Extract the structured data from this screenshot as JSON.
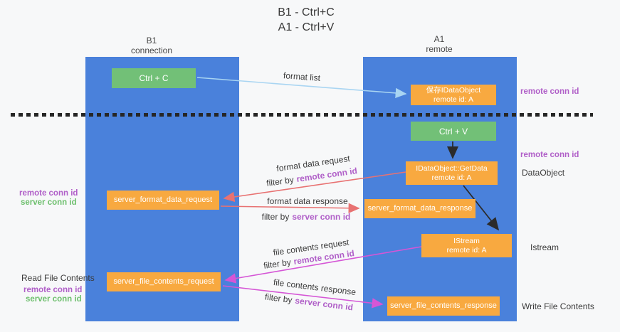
{
  "title": {
    "line1": "B1 - Ctrl+C",
    "line2": "A1 - Ctrl+V"
  },
  "columns": {
    "left": {
      "name": "B1",
      "role": "connection"
    },
    "right": {
      "name": "A1",
      "role": "remote"
    }
  },
  "nodes": {
    "ctrl_c": {
      "label": "Ctrl + C"
    },
    "ctrl_v": {
      "label": "Ctrl + V"
    },
    "save_idataobject": {
      "line1": "保存IDataObject",
      "line2": "remote id: A"
    },
    "getdata": {
      "line1": "IDataObject::GetData",
      "line2": "remote id: A"
    },
    "istream": {
      "line1": "IStream",
      "line2": "remote id: A"
    },
    "server_format_data_request": {
      "label": "server_format_data_request"
    },
    "server_format_data_response": {
      "label": "server_format_data_response"
    },
    "server_file_contents_request": {
      "label": "server_file_contents_request"
    },
    "server_file_contents_response": {
      "label": "server_file_contents_response"
    }
  },
  "arrow_labels": {
    "format_list": "format list",
    "format_data_request": "format data request",
    "format_data_response": "format data response",
    "file_contents_request": "file contents request",
    "file_contents_response": "file contents response",
    "filter_by": "filter by"
  },
  "terms": {
    "remote_conn_id": "remote conn id",
    "server_conn_id": "server conn id"
  },
  "side_labels": {
    "dataobject": "DataObject",
    "istream": "Istream",
    "read_file_contents": "Read File Contents",
    "write_file_contents": "Write File Contents"
  },
  "colors": {
    "lifeline_blue": "#4a81db",
    "node_orange": "#f8a940",
    "node_green": "#72c077",
    "remote_conn_purple": "#b05fc8",
    "server_conn_green": "#6dbf6d",
    "format_arrow_red": "#e87272",
    "file_arrow_magenta": "#d556d6",
    "format_list_arrow_blue": "#a9d5f2"
  }
}
